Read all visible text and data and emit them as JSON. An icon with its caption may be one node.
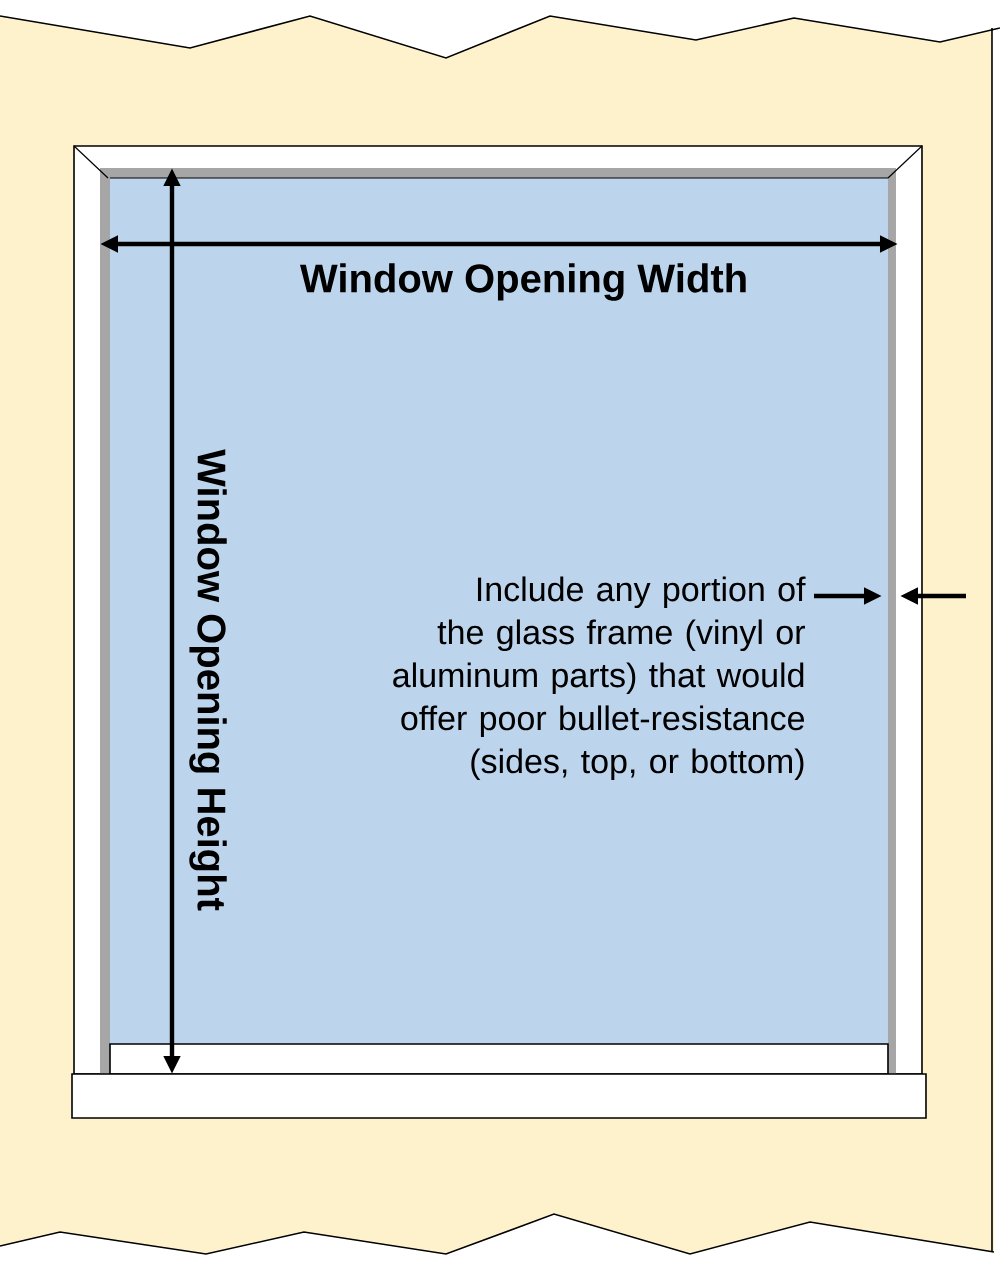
{
  "diagram": {
    "labels": [
      "Window Opening Width",
      "Window Opening Height",
      "Include any  portion of the glass frame (vinyl or aluminum parts) that would offer poor  bullet-resistance (sides, top, or bottom)"
    ]
  }
}
